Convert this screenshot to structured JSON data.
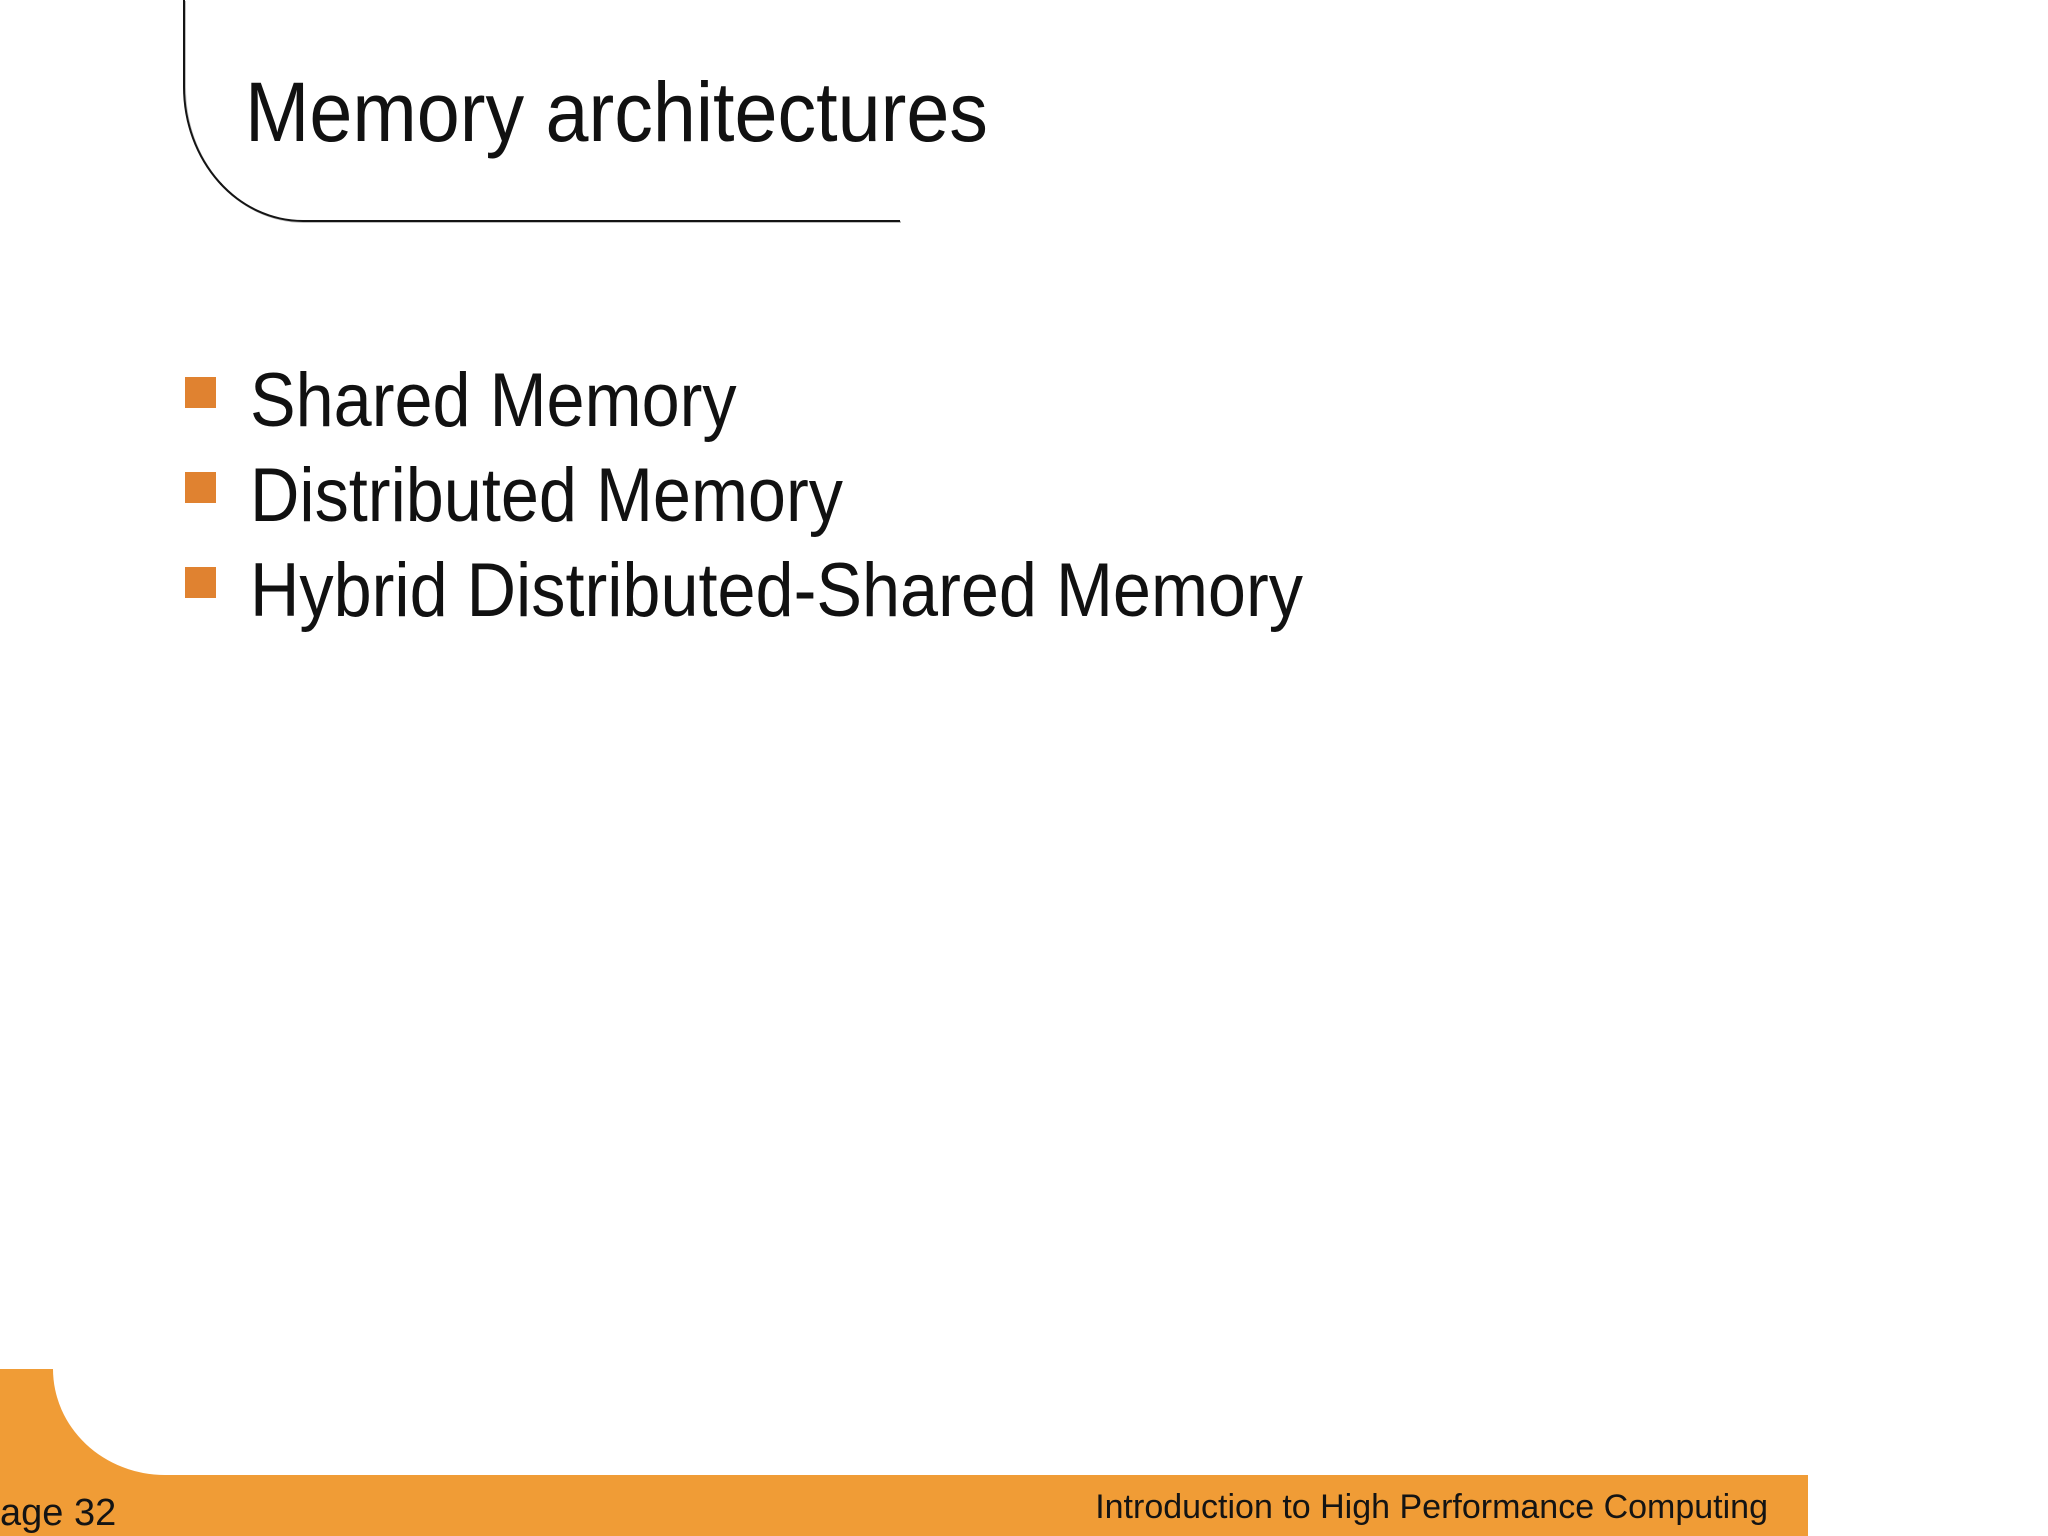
{
  "slide": {
    "title": "Memory architectures",
    "bullets": [
      {
        "label": "Shared Memory"
      },
      {
        "label": "Distributed Memory"
      },
      {
        "label": "Hybrid Distributed-Shared Memory"
      }
    ],
    "footer": {
      "page_label": "age 32",
      "course_title": "Introduction to High Performance Computing"
    },
    "colors": {
      "bullet_orange": "#e08230",
      "footer_orange": "#f09c36",
      "line_color": "#141414"
    }
  }
}
